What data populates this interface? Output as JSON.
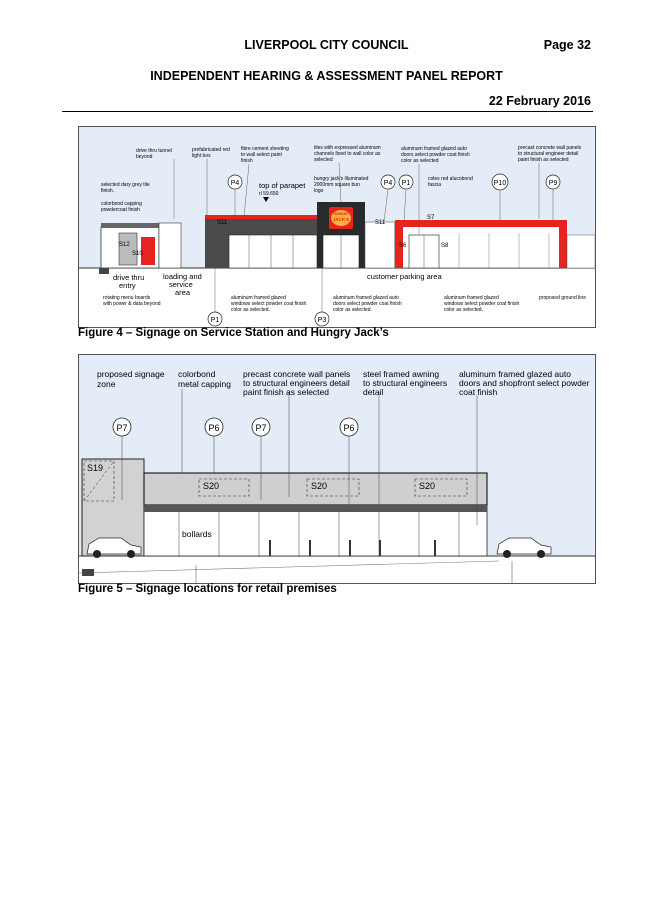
{
  "header": {
    "council": "LIVERPOOL CITY COUNCIL",
    "page": "Page 32",
    "report": "INDEPENDENT HEARING & ASSESSMENT PANEL REPORT",
    "date": "22 February 2016"
  },
  "figure4": {
    "caption": "Figure 4 – Signage on Service Station and Hungry Jack’s",
    "labels": {
      "drive_thru_tunnel": [
        "drive thru tunnel",
        "beyond"
      ],
      "red_light_box": [
        "prefabricated red",
        "light box"
      ],
      "fibre_cement": [
        "fibre cement sheeting",
        "to wall select paint",
        "finish"
      ],
      "tiles": [
        "tiles with expressed aluminum",
        "channels fixed to wall color as",
        "selected"
      ],
      "glazed_doors_top": [
        "aluminum framed glazed auto",
        "doors select powder coat finish",
        "color as selected"
      ],
      "precast_panels": [
        "precast concrete wall panels",
        "to structural engineer detail",
        "paint finish as selected"
      ],
      "tile_finish": [
        "selected dary grey tile",
        "finish."
      ],
      "colorbond": [
        "colorbond capping",
        "powdercoat finish"
      ],
      "top_parapet": "top of parapet",
      "rl": "rl 59.650",
      "hj_logo": [
        "hungry jack’s illuminated",
        "2000mm square bun",
        "logo"
      ],
      "coles_fascia": [
        "coles red alucobond",
        "fascia"
      ],
      "drive_thru_entry": [
        "drive thru",
        "entry"
      ],
      "loading": [
        "loading and",
        "service",
        "area"
      ],
      "customer_parking": "customer parking area",
      "menu_boards": [
        "rotating menu boards",
        "with power & data beyond"
      ],
      "windows_1": [
        "aluminum framed glazed",
        "windows select powder coat finish",
        "color as selected."
      ],
      "doors_bottom": [
        "aluminum framed glazed auto",
        "doors select powder coat finish",
        "color as selected."
      ],
      "windows_2": [
        "aluminum framed glazed",
        "windows select powder coat finish",
        "color as selected."
      ],
      "ground_line": "proposed ground line",
      "logo_text": "JACK'S",
      "logo_top": "HUNGRY"
    },
    "tags": {
      "p4a": "P4",
      "p4b": "P4",
      "p1a": "P1",
      "p10": "P10",
      "p9": "P9",
      "p1b": "P1",
      "p3": "P3",
      "s11a": "S11",
      "s11b": "S11",
      "s7": "S7",
      "s12": "S12",
      "s10": "S10",
      "s6": "S6",
      "s8": "S8"
    }
  },
  "figure5": {
    "caption": "Figure 5 – Signage locations for retail premises",
    "labels": {
      "signage_zone": [
        "proposed signage",
        "zone"
      ],
      "colorbond": [
        "colorbond",
        "metal capping"
      ],
      "precast": [
        "precast concrete wall panels",
        "to structural engineers detail",
        "paint finish as selected"
      ],
      "awning": [
        "steel framed awning",
        "to structural engineers",
        "detail"
      ],
      "glazed": [
        "aluminum framed glazed auto",
        "doors and shopfront select powder",
        "coat finish"
      ],
      "bollards": "bollards"
    },
    "tags": {
      "p7a": "P7",
      "p6a": "P6",
      "p7b": "P7",
      "p6b": "P6",
      "s19": "S19",
      "s20a": "S20",
      "s20b": "S20",
      "s20c": "S20"
    }
  },
  "colors": {
    "red": "#e8231f",
    "sky": "#e4ecf7",
    "darkwall": "#4a4a4a",
    "grey": "#cfcfcf"
  }
}
